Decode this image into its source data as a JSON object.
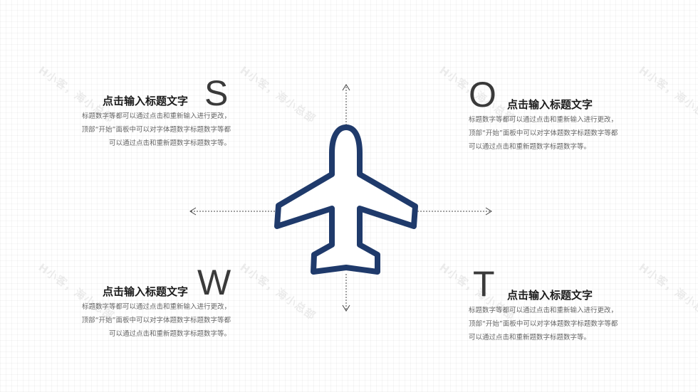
{
  "colors": {
    "plane_stroke": "#1f3a6b",
    "arrow": "#444444",
    "letter": "#3a3a3a",
    "title": "#1a1a1a",
    "body_text": "#666666"
  },
  "center_icon": "airplane-icon",
  "watermark_text": "H小客，海小总部",
  "swot": {
    "s": {
      "letter": "S",
      "title": "点击输入标题文字",
      "lines": [
        "标题数字等都可以通过点击和重新输入进行更改，",
        "顶部“开始”面板中可以对字体题数字标题数字等都",
        "可以通过点击和重新题数字标题数字等。"
      ]
    },
    "o": {
      "letter": "O",
      "title": "点击输入标题文字",
      "lines": [
        "标题数字等都可以通过点击和重新输入进行更改，",
        "顶部“开始”面板中可以对字体题数字标题数字等都",
        "可以通过点击和重新题数字标题数字等。"
      ]
    },
    "w": {
      "letter": "W",
      "title": "点击输入标题文字",
      "lines": [
        "标题数字等都可以通过点击和重新输入进行更改，",
        "顶部“开始”面板中可以对字体题数字标题数字等都",
        "可以通过点击和重新题数字标题数字等。"
      ]
    },
    "t": {
      "letter": "T",
      "title": "点击输入标题文字",
      "lines": [
        "标题数字等都可以通过点击和重新输入进行更改，",
        "顶部“开始”面板中可以对字体题数字标题数字等都",
        "可以通过点击和重新题数字标题数字等。"
      ]
    }
  }
}
